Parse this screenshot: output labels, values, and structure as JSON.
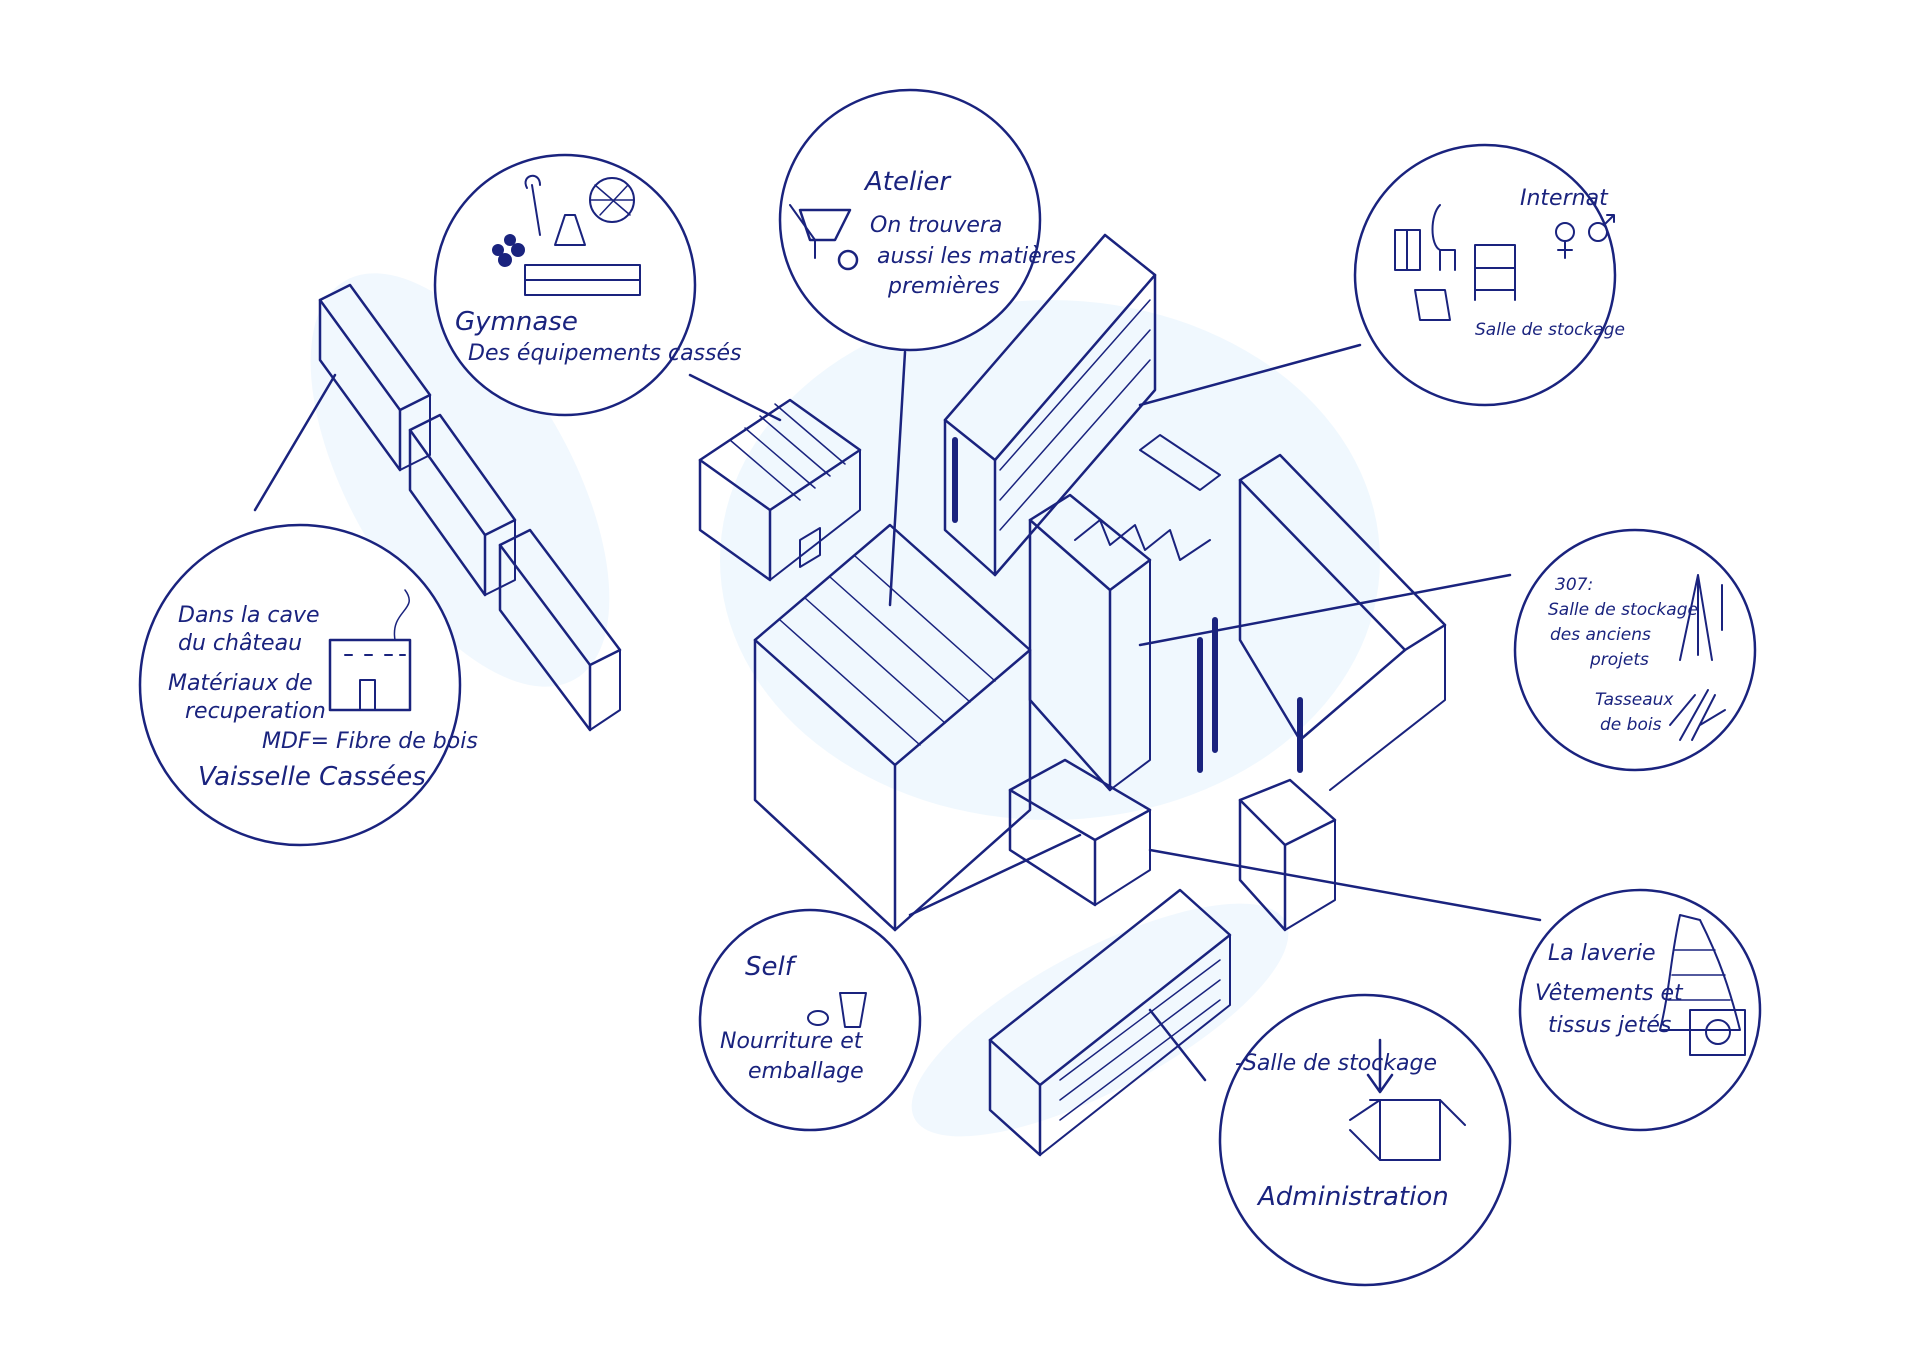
{
  "bubbles": {
    "gymnase": {
      "title": "Gymnase",
      "line1": "Des équipements cassés"
    },
    "atelier": {
      "title": "Atelier",
      "line1": "On trouvera",
      "line2": "aussi les matières",
      "line3": "premières"
    },
    "internat": {
      "title": "Internat",
      "line1": "Salle de stockage"
    },
    "cave": {
      "line1": "Dans la cave",
      "line2": "du château",
      "line3": "Matériaux de",
      "line4": "recuperation",
      "line5": "MDF= Fibre de bois",
      "line6": "Vaisselle Cassées"
    },
    "projets": {
      "line1": "307:",
      "line2": "Salle de stockage",
      "line3": "des anciens",
      "line4": "projets",
      "line5": "Tasseaux",
      "line6": "de bois"
    },
    "self": {
      "title": "Self",
      "line1": "Nourriture et",
      "line2": "emballage"
    },
    "administration": {
      "line1": "-Salle de stockage",
      "line2": "Administration"
    },
    "laverie": {
      "title": "La laverie",
      "line1": "Vêtements et",
      "line2": "tissus jetés"
    }
  },
  "colors": {
    "ink": "#1a237e",
    "wash": "#e3f2fd",
    "background": "#ffffff"
  }
}
